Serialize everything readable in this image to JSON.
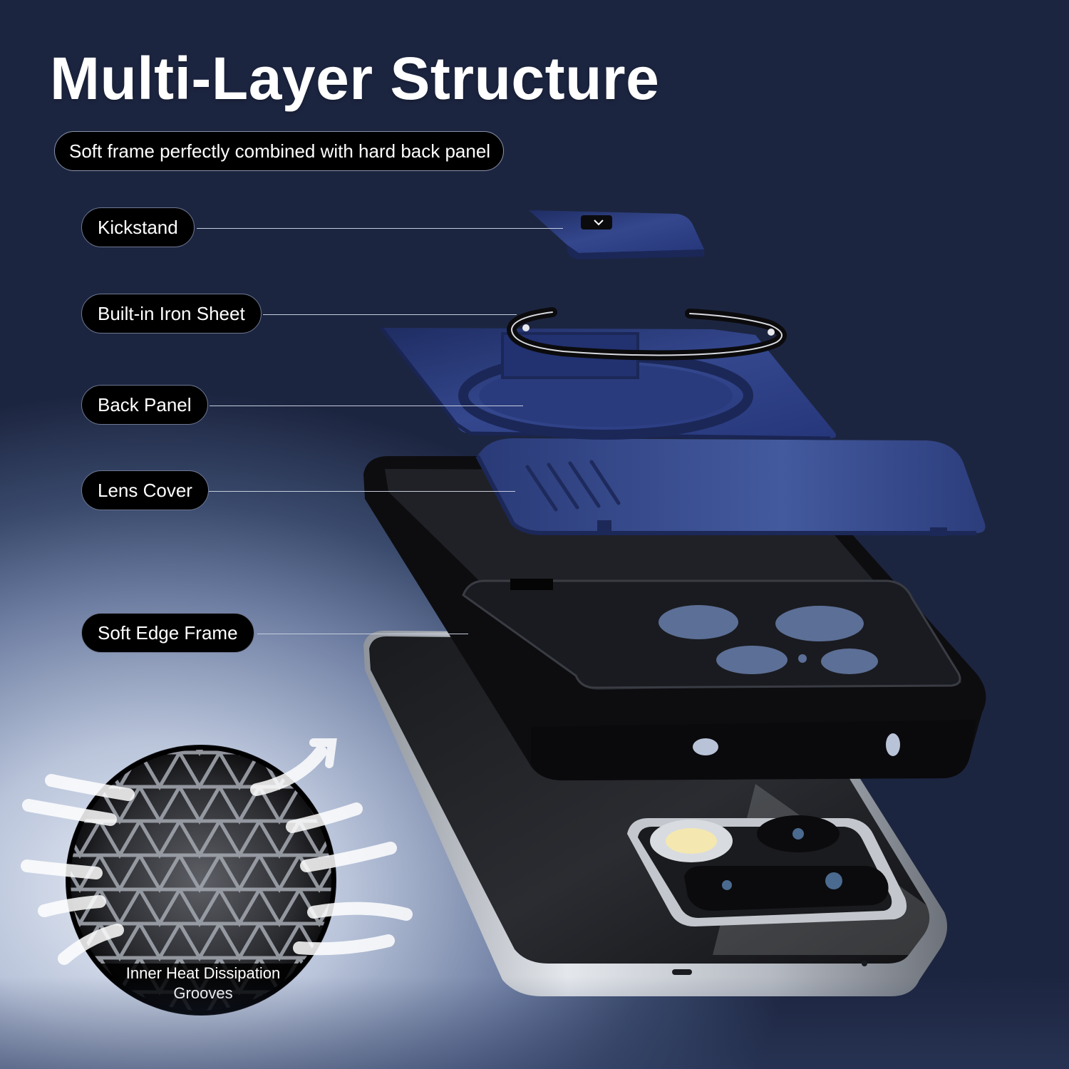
{
  "title": "Multi-Layer Structure",
  "subtitle": "Soft frame perfectly combined with hard back panel",
  "layers": [
    {
      "id": "kickstand",
      "label": "Kickstand"
    },
    {
      "id": "iron-sheet",
      "label": "Built-in Iron Sheet"
    },
    {
      "id": "back-panel",
      "label": "Back Panel"
    },
    {
      "id": "lens-cover",
      "label": "Lens Cover"
    },
    {
      "id": "soft-edge-frame",
      "label": "Soft Edge Frame"
    }
  ],
  "heat": {
    "line1": "Inner Heat Dissipation",
    "line2": "Grooves"
  },
  "colors": {
    "panel_blue": "#2c3d7c",
    "frame_black": "#101012",
    "phone_silver": "#c9cdd3",
    "pill_bg": "#000000"
  }
}
